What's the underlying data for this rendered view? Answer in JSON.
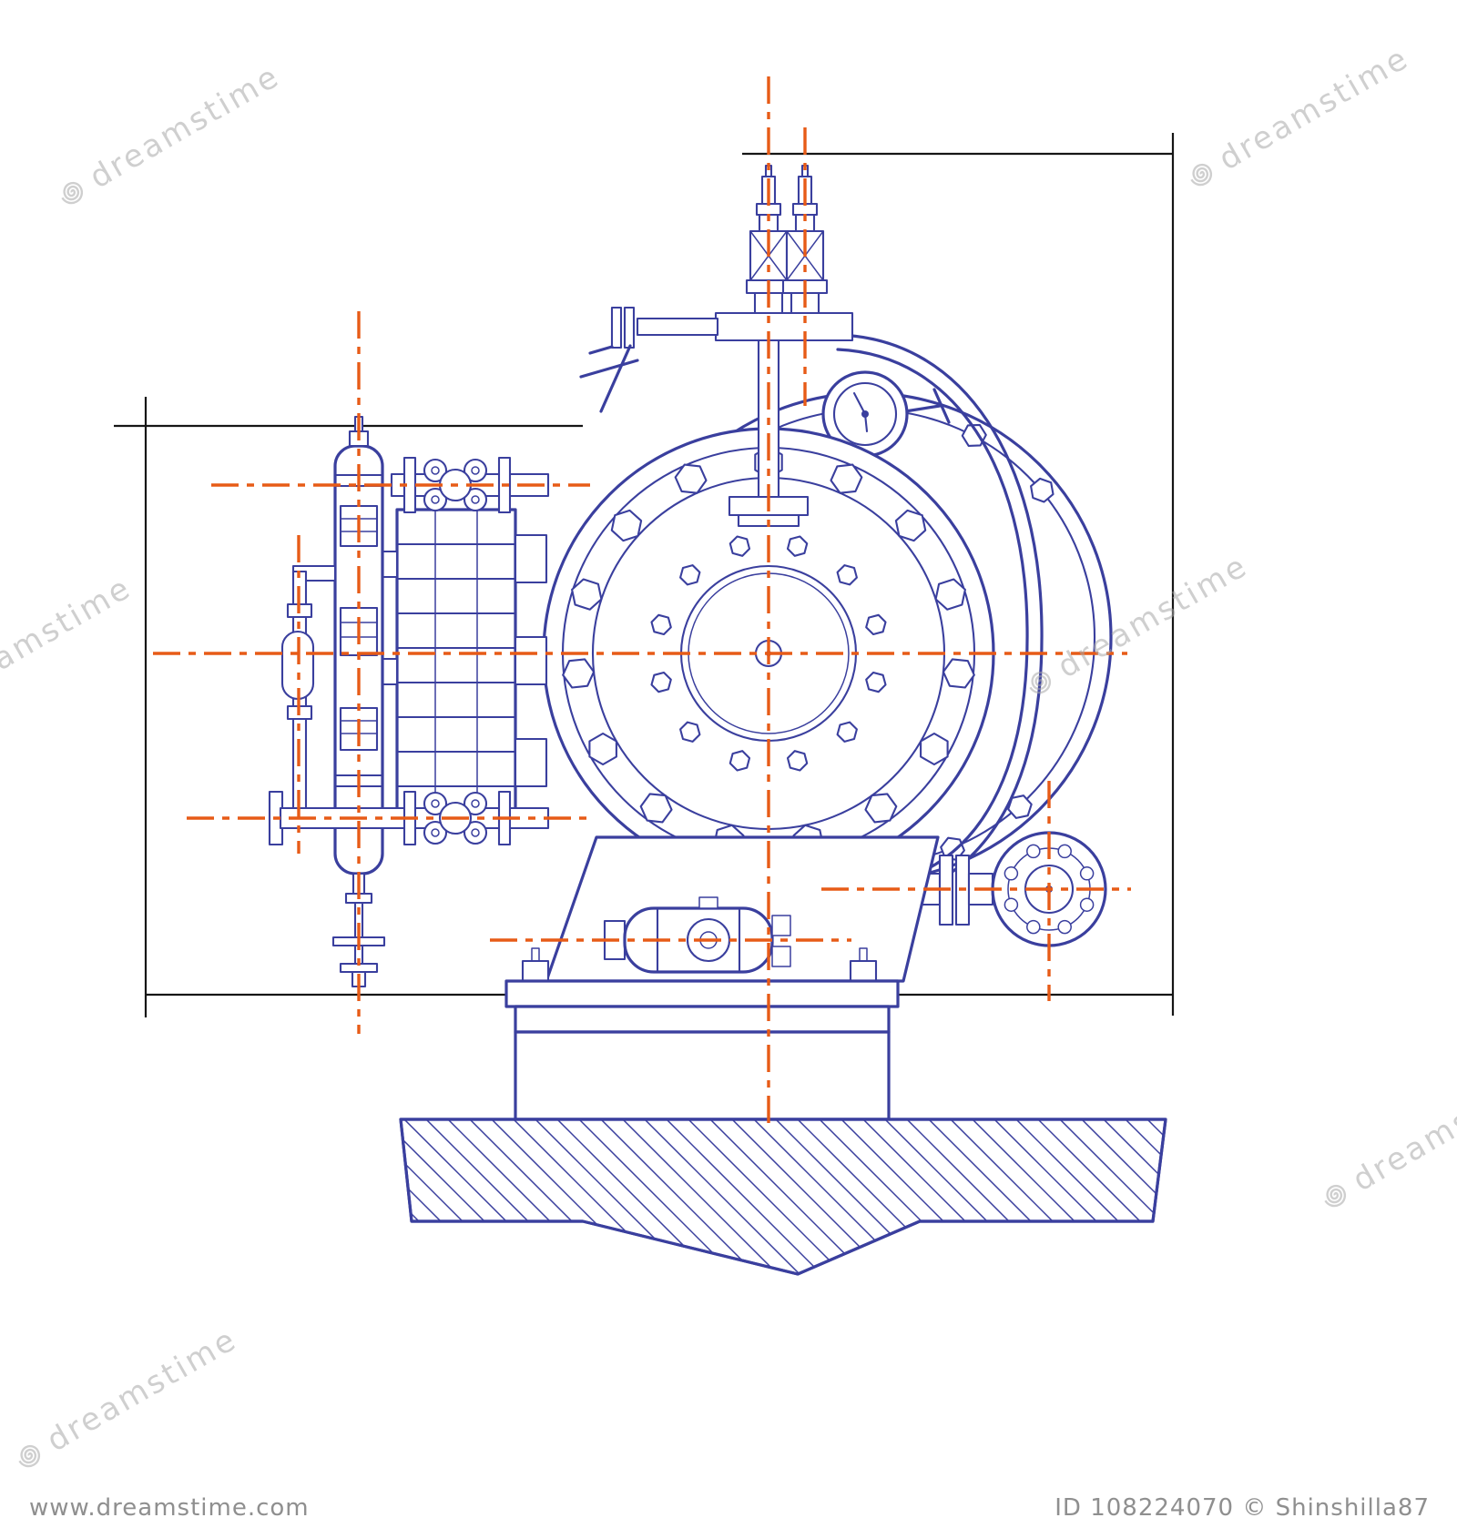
{
  "watermarks": {
    "brand": "dreamstime"
  },
  "footer": {
    "site": "www.dreamstime.com",
    "credit": "ID 108224070 © Shinshilla87"
  },
  "colors": {
    "blueprint_ink": "#3A3F9E",
    "centerline_orange": "#E75B17",
    "construction_black": "#161616",
    "watermark_gray": "#A9A9A9",
    "background": "#FFFFFF"
  }
}
